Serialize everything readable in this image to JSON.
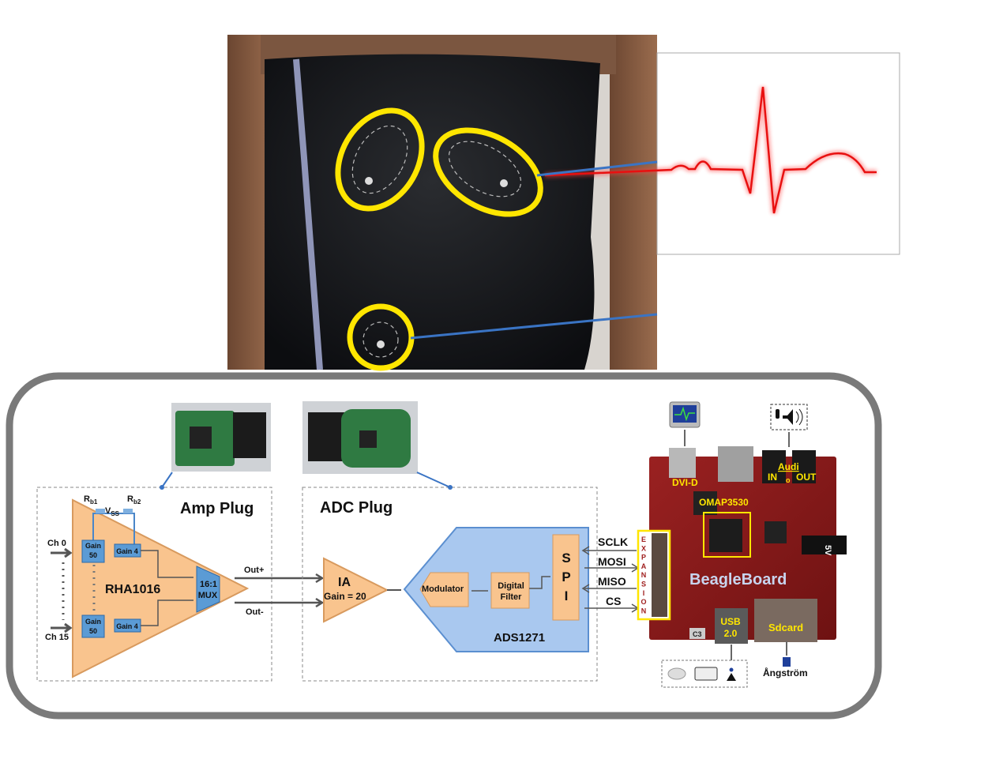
{
  "photo": {
    "electrode_count": 3
  },
  "ecg_panel": {
    "trace_color": "#e81010"
  },
  "amp_plug": {
    "title": "Amp Plug",
    "chip": "RHA1016",
    "rb1": "R",
    "rb1_sub": "b1",
    "rb2": "R",
    "rb2_sub": "b2",
    "vss": "V",
    "vss_sub": "SS",
    "ch0": "Ch 0",
    "ch15": "Ch 15",
    "gain50_a": [
      "Gain",
      "50"
    ],
    "gain50_b": [
      "Gain",
      "50"
    ],
    "gain4_a": "Gain 4",
    "gain4_b": "Gain 4",
    "mux": [
      "16:1",
      "MUX"
    ],
    "out_plus": "Out+",
    "out_minus": "Out-"
  },
  "adc_plug": {
    "title": "ADC Plug",
    "ia": "IA",
    "ia_gain": "Gain = 20",
    "modulator": "Modulator",
    "filter": [
      "Digital",
      "Filter"
    ],
    "spi": [
      "S",
      "P",
      "I"
    ],
    "chip": "ADS1271"
  },
  "signals": [
    "SCLK",
    "MOSI",
    "MISO",
    "CS"
  ],
  "beagleboard": {
    "name": "BeagleBoard",
    "expansion": [
      "E",
      "X",
      "P",
      "A",
      "N",
      "S",
      "I",
      "O",
      "N"
    ],
    "dvi": "DVI-D",
    "cpu": "OMAP3530",
    "audio": "Audi",
    "audio_in": "IN",
    "audio_o": "o",
    "audio_out": "OUT",
    "usb": [
      "USB",
      "2.0"
    ],
    "sdcard": "Sdcard",
    "c3": "C3",
    "five_v": "5V",
    "os": "Ångström"
  },
  "colors": {
    "highlight": "#ffe600",
    "amp_fill": "#f9c48e",
    "block_blue": "#5b9bd5",
    "adc_fill": "#a9c8ef",
    "board_red": "#8c1a1a",
    "frame_gray": "#7a7a7a",
    "lead_wire": "#3a74c4"
  }
}
